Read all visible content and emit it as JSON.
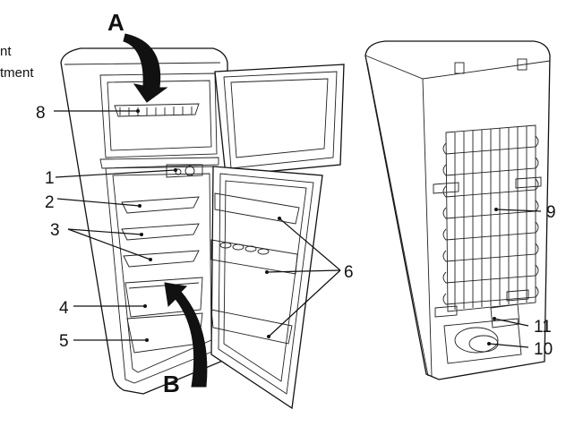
{
  "cropped_text": [
    "nt",
    "tment"
  ],
  "arrows": {
    "a": "A",
    "b": "B"
  },
  "callouts": [
    "1",
    "2",
    "3",
    "4",
    "5",
    "6",
    "8",
    "9",
    "10",
    "11"
  ]
}
